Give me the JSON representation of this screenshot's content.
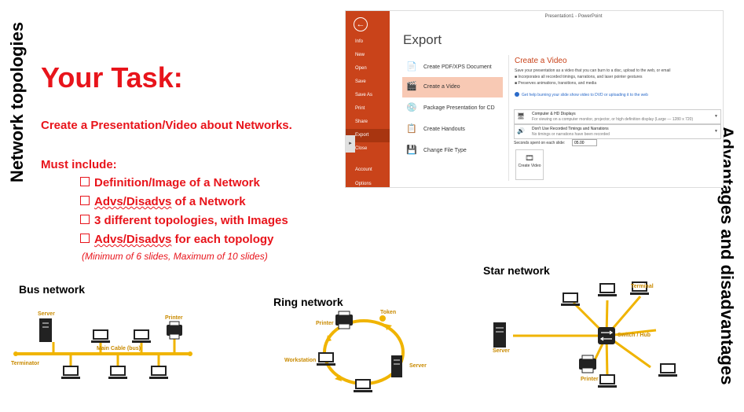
{
  "side_titles": {
    "left": "Network topologies",
    "right": "Advantages and disadvantages"
  },
  "task": {
    "title": "Your Task:",
    "instruction": "Create a Presentation/Video about Networks.",
    "must_include_label": "Must include:",
    "requirements": [
      {
        "prefix": "",
        "squiggle": "",
        "text": "Definition/Image of a Network"
      },
      {
        "prefix": "",
        "squiggle": "Advs/Disadvs",
        "text": " of a Network"
      },
      {
        "prefix": "",
        "squiggle": "",
        "text": "3 different topologies, with Images"
      },
      {
        "prefix": "",
        "squiggle": "Advs/Disadvs",
        "text": " for each topology"
      }
    ],
    "note": "(Minimum of 6 slides, Maximum of 10 slides)"
  },
  "ppt": {
    "window_title": "Presentation1 - PowerPoint",
    "back_icon": "back-arrow-icon",
    "menu": [
      "Info",
      "New",
      "Open",
      "Save",
      "Save As",
      "Print",
      "Share",
      "Export",
      "Close",
      "Account",
      "Options"
    ],
    "active_menu": "Export",
    "heading": "Export",
    "options": [
      {
        "label": "Create PDF/XPS Document",
        "icon": "pdf-document-icon"
      },
      {
        "label": "Create a Video",
        "icon": "video-icon"
      },
      {
        "label": "Package Presentation for CD",
        "icon": "cd-package-icon"
      },
      {
        "label": "Create Handouts",
        "icon": "handouts-icon"
      },
      {
        "label": "Change File Type",
        "icon": "file-type-icon"
      }
    ],
    "video_panel": {
      "title": "Create a Video",
      "description": "Save your presentation as a video that you can burn to a disc, upload to the web, or email",
      "bullets": [
        "Incorporates all recorded timings, narrations, and laser pointer gestures",
        "Preserves animations, transitions, and media"
      ],
      "help_link": "Get help burning your slide show video to DVD or uploading it to the web",
      "quality_dropdown": {
        "title": "Computer & HD Displays",
        "subtitle": "For viewing on a computer monitor, projector, or high definition display  (Large — 1280 x 720)"
      },
      "timing_dropdown": {
        "title": "Don't Use Recorded Timings and Narrations",
        "subtitle": "No timings or narrations have been recorded"
      },
      "seconds_label": "Seconds spent on each slide:",
      "seconds_value": "05.00",
      "create_button": "Create Video"
    }
  },
  "networks": {
    "bus": {
      "title": "Bus network",
      "server": "Server",
      "printer": "Printer",
      "cable": "Main Cable (bus)",
      "terminator": "Terminator"
    },
    "ring": {
      "title": "Ring network",
      "printer": "Printer",
      "token": "Token",
      "workstation": "Workstation",
      "server": "Server"
    },
    "star": {
      "title": "Star network",
      "terminal": "Terminal",
      "switch": "Switch / Hub",
      "server": "Server",
      "printer": "Printer"
    }
  },
  "colors": {
    "accent_red": "#e8141b",
    "ppt_orange": "#c9431a",
    "cable_gold": "#f0b400"
  }
}
